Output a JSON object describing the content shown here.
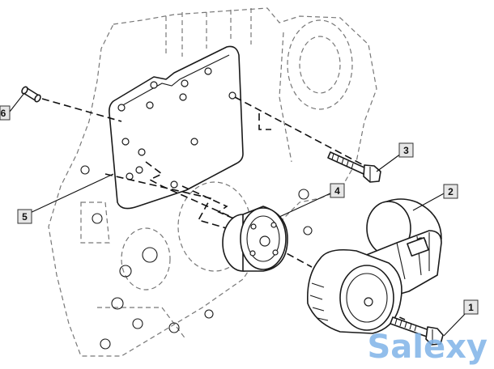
{
  "callouts": [
    {
      "id": "1",
      "label": "1"
    },
    {
      "id": "2",
      "label": "2"
    },
    {
      "id": "3",
      "label": "3"
    },
    {
      "id": "4",
      "label": "4"
    },
    {
      "id": "5",
      "label": "5"
    },
    {
      "id": "6",
      "label": "6"
    }
  ],
  "watermark": {
    "text": "Salexy",
    "color": "#7fb3e8"
  }
}
